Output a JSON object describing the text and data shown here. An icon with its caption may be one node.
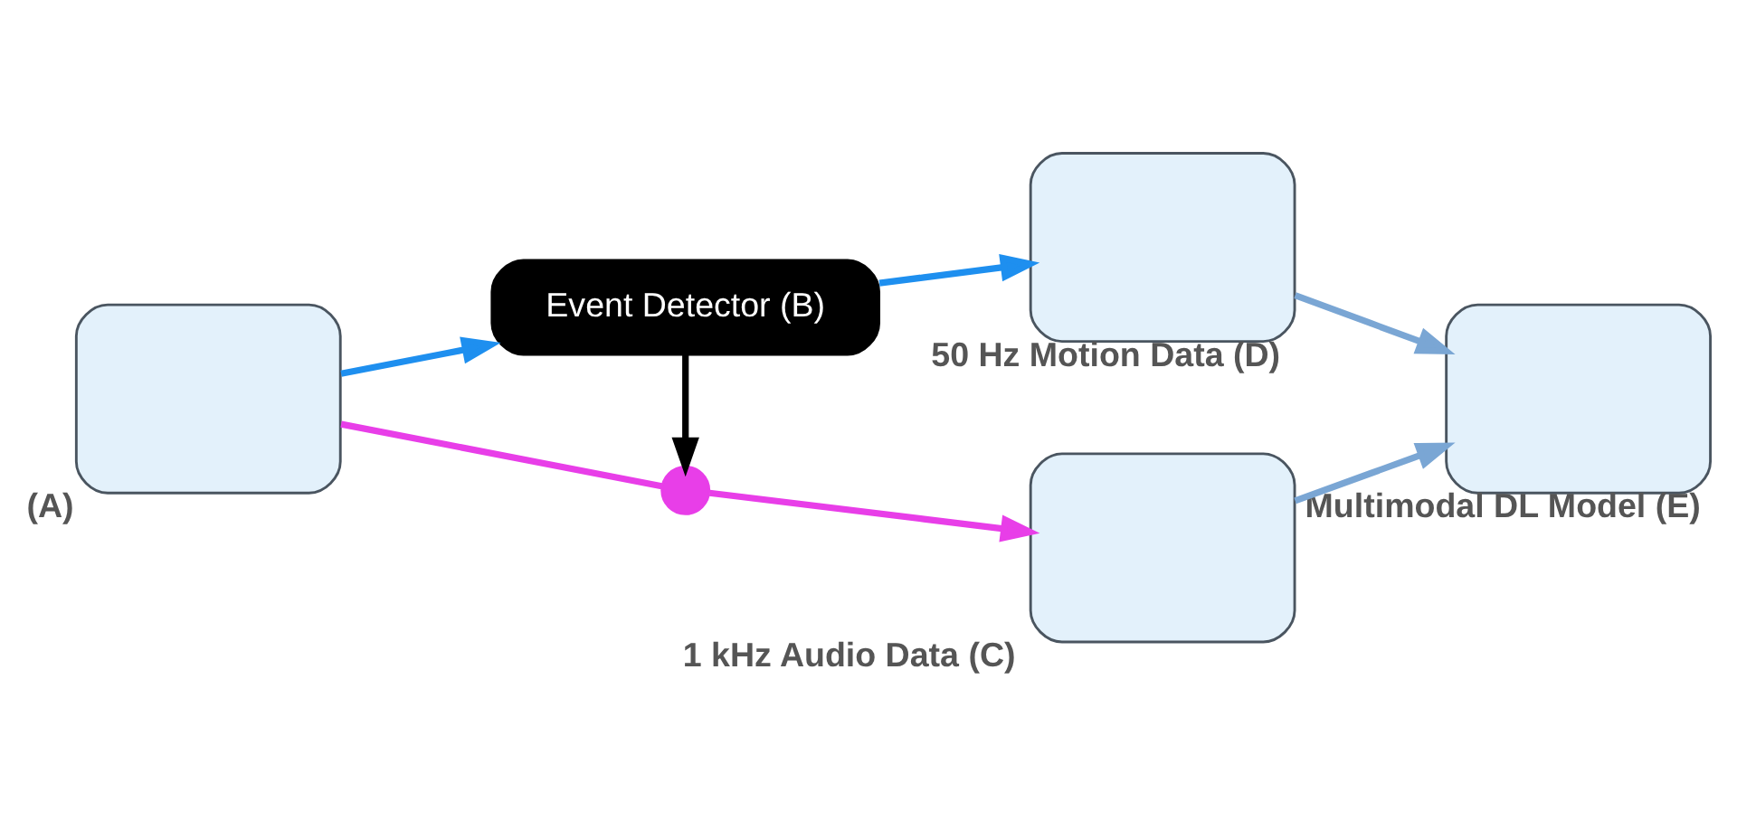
{
  "diagram": {
    "nodes": [
      {
        "text": [],
        "shape": "box",
        "beside": [
          "(A)"
        ]
      },
      {
        "text": [],
        "shape": "circle"
      },
      {
        "text": [
          "Event Detector (B)"
        ]
      },
      {
        "text": [],
        "shape": "box",
        "beside": [
          "1 kHz Audio Data (C)"
        ]
      },
      {
        "text": [],
        "shape": "box",
        "beside": [
          "50 Hz Motion Data (D)"
        ]
      },
      {
        "text": [],
        "shape": "box",
        "beside": [
          "Multimodal DL Model (E)"
        ]
      }
    ],
    "edges": [
      {
        "from": 0,
        "to": 1,
        "arrow": "none",
        "color": "#e83ee8"
      },
      {
        "from": 1,
        "to": 3,
        "arrow": "to",
        "color": "#e83ee8"
      },
      {
        "from": 2,
        "to": 1,
        "arrow": "to",
        "color": "#000000"
      },
      {
        "from": 0,
        "to": 2,
        "arrow": "to",
        "color": "#1e8fef"
      },
      {
        "from": 2,
        "to": 4,
        "arrow": "to",
        "color": "#1e8fef"
      },
      {
        "from": 3,
        "to": 5,
        "arrow": "to",
        "color": "#7aa6d4"
      },
      {
        "from": 4,
        "to": 5,
        "arrow": "to",
        "color": "#7aa6d4"
      }
    ]
  }
}
